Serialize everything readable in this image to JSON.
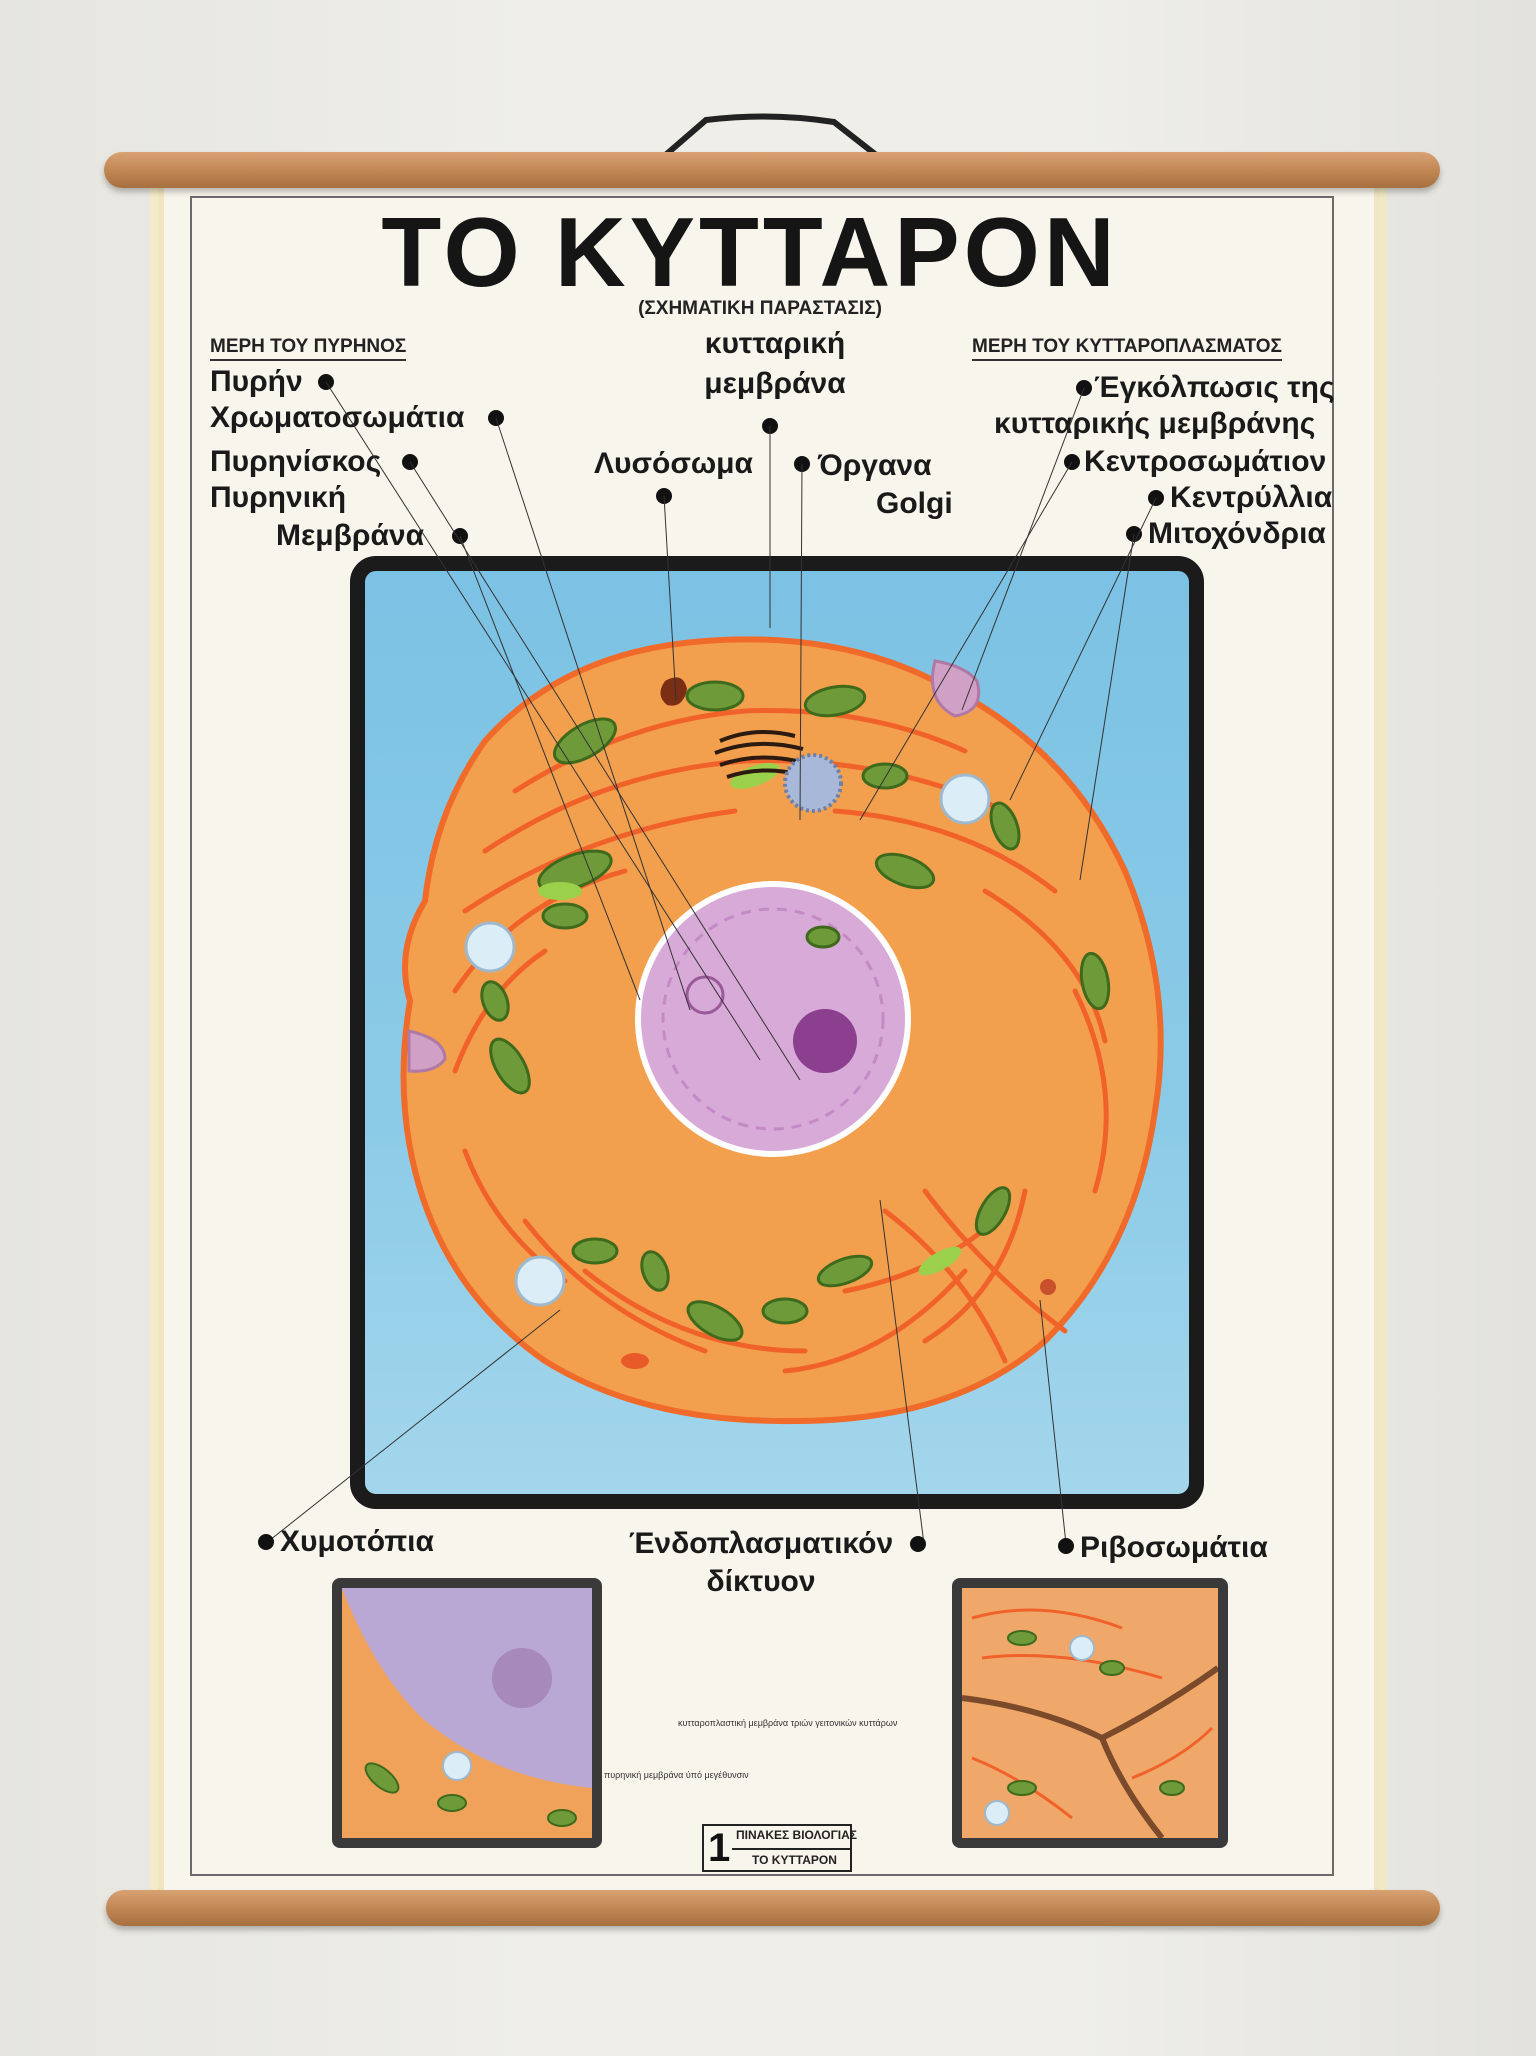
{
  "poster": {
    "title": "ΤΟ ΚΥΤΤΑΡΟΝ",
    "subtitle": "(ΣΧΗΜΑΤΙΚΗ ΠΑΡΑΣΤΑΣΙΣ)",
    "left_heading": "ΜΕΡΗ ΤΟΥ ΠΥΡΗΝΟΣ",
    "right_heading": "ΜΕΡΗ ΤΟΥ ΚΥΤΤΑΡΟΠΛΑΣΜΑΤΟΣ"
  },
  "labels": {
    "pyrin": "Πυρήν",
    "chromatosomatia": "Χρωματοσωμάτια",
    "pyrniskos": "Πυρηνίσκος",
    "pyrniki_1": "Πυρηνική",
    "pyrniki_2": "Μεμβράνα",
    "kyttariki_1": "κυτταρική",
    "kyttariki_2": "μεμβράνα",
    "lysosoma": "Λυσόσωμα",
    "organa_1": "Όργανα",
    "organa_2": "Golgi",
    "egkolposis_1": "Έγκόλπωσις της",
    "egkolposis_2": "κυτταρικής μεμβράνης",
    "kentrosomation": "Κεντροσωμάτιον",
    "kentryllia": "Κεντρύλλια",
    "mitochondria": "Μιτοχόνδρια",
    "chymotopia": "Χυμοτόπια",
    "endoplasmatikon_1": "Ένδοπλασματικόν",
    "endoplasmatikon_2": "δίκτυον",
    "ribosomatia": "Ριβοσωμάτια"
  },
  "insets": {
    "left_caption": "πυρηνική μεμβράνα ύπό μεγέθυνσιν",
    "right_caption": "κυτταροπλαστική μεμβράνα τριών γειτονικών κυττάρων"
  },
  "plate": {
    "number": "1",
    "series": "ΠΙΝΑΚΕΣ ΒΙΟΛΟΓΙΑΣ",
    "name": "ΤΟ ΚΥΤΤΑΡΟΝ"
  },
  "colors": {
    "wall": "#ecebe6",
    "wood": "#c48a58",
    "paper": "#f8f5ec",
    "background_blue": "#8ccbe7",
    "cytoplasm": "#f3a04e",
    "er": "#f0622a",
    "nucleus": "#d4a3d6",
    "mitochondria": "#6e9a3a",
    "frame": "#1b1b1b"
  }
}
